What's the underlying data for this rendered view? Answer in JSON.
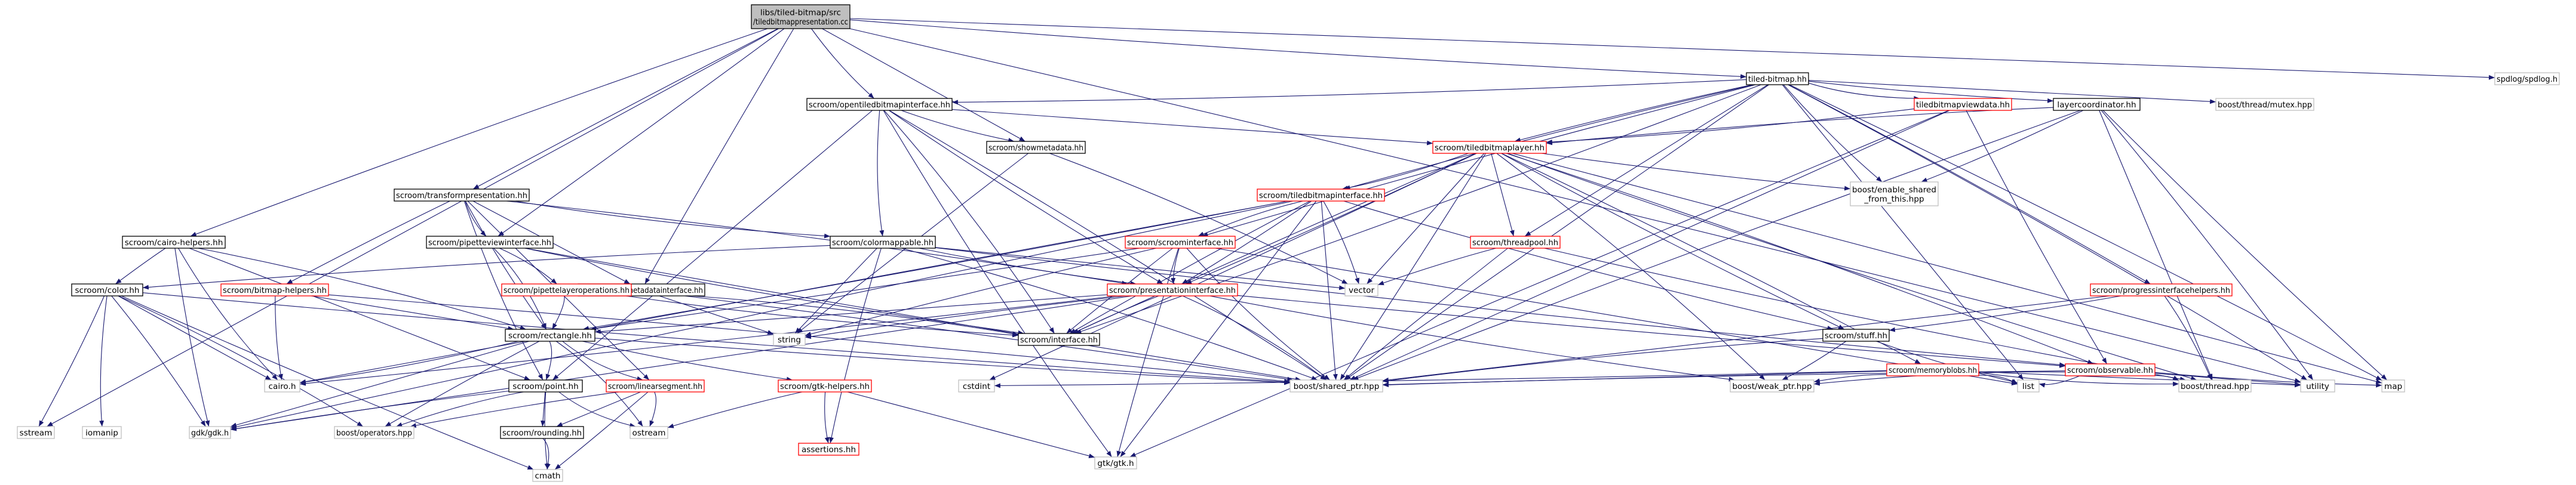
{
  "graph": {
    "title": "Include dependency graph for tiledbitmappresentation.cc",
    "colors": {
      "root_fill": "#bfbfbf",
      "root_border": "#000000",
      "node_fill": "#ffffff",
      "linked_border": "#000000",
      "missing_border": "#bfbfbf",
      "redirect_border": "#ff0000",
      "edge": "#191970",
      "text": "#000000"
    },
    "nodes": [
      {
        "id": "root",
        "lines": [
          "libs/tiled-bitmap/src",
          "/tiledbitmappresentation.cc"
        ],
        "kind": "root"
      },
      {
        "id": "tiledbitmap",
        "lines": [
          "tiled-bitmap.hh"
        ],
        "kind": "linked"
      },
      {
        "id": "opentiled",
        "lines": [
          "scroom/opentiledbitmapinterface.hh"
        ],
        "kind": "linked"
      },
      {
        "id": "showmeta",
        "lines": [
          "scroom/showmetadata.hh"
        ],
        "kind": "linked"
      },
      {
        "id": "transformpres",
        "lines": [
          "scroom/transformpresentation.hh"
        ],
        "kind": "linked"
      },
      {
        "id": "cairohelpers",
        "lines": [
          "scroom/cairo-helpers.hh"
        ],
        "kind": "linked"
      },
      {
        "id": "pipette",
        "lines": [
          "scroom/pipetteviewinterface.hh"
        ],
        "kind": "linked"
      },
      {
        "id": "showmetaif",
        "lines": [
          "scroom/showmetadatainterface.hh"
        ],
        "kind": "linked"
      },
      {
        "id": "spdlog",
        "lines": [
          "spdlog/spdlog.h"
        ],
        "kind": "missing"
      },
      {
        "id": "sstream",
        "lines": [
          "sstream"
        ],
        "kind": "missing"
      },
      {
        "id": "tbviewdata",
        "lines": [
          "tiledbitmapviewdata.hh"
        ],
        "kind": "redirect"
      },
      {
        "id": "layercoord",
        "lines": [
          "layercoordinator.hh"
        ],
        "kind": "linked"
      },
      {
        "id": "mutex",
        "lines": [
          "boost/thread/mutex.hpp"
        ],
        "kind": "missing"
      },
      {
        "id": "tblayer",
        "lines": [
          "scroom/tiledbitmaplayer.hh"
        ],
        "kind": "redirect"
      },
      {
        "id": "tbinterface",
        "lines": [
          "scroom/tiledbitmapinterface.hh"
        ],
        "kind": "redirect"
      },
      {
        "id": "enableshared",
        "lines": [
          "boost/enable_shared",
          "_from_this.hpp"
        ],
        "kind": "missing"
      },
      {
        "id": "colormappable",
        "lines": [
          "scroom/colormappable.hh"
        ],
        "kind": "linked"
      },
      {
        "id": "scroominterface",
        "lines": [
          "scroom/scroominterface.hh"
        ],
        "kind": "redirect"
      },
      {
        "id": "threadpool",
        "lines": [
          "scroom/threadpool.hh"
        ],
        "kind": "redirect"
      },
      {
        "id": "progress",
        "lines": [
          "scroom/progressinterfacehelpers.hh"
        ],
        "kind": "redirect"
      },
      {
        "id": "vector",
        "lines": [
          "vector"
        ],
        "kind": "missing"
      },
      {
        "id": "pipetteops",
        "lines": [
          "scroom/pipettelayeroperations.hh"
        ],
        "kind": "redirect"
      },
      {
        "id": "presentation",
        "lines": [
          "scroom/presentationinterface.hh"
        ],
        "kind": "redirect"
      },
      {
        "id": "stuff",
        "lines": [
          "scroom/stuff.hh"
        ],
        "kind": "linked"
      },
      {
        "id": "memoryblobs",
        "lines": [
          "scroom/memoryblobs.hh"
        ],
        "kind": "redirect"
      },
      {
        "id": "observable",
        "lines": [
          "scroom/observable.hh"
        ],
        "kind": "redirect"
      },
      {
        "id": "color",
        "lines": [
          "scroom/color.hh"
        ],
        "kind": "linked"
      },
      {
        "id": "bitmaphelpers",
        "lines": [
          "scroom/bitmap-helpers.hh"
        ],
        "kind": "redirect"
      },
      {
        "id": "rectangle",
        "lines": [
          "scroom/rectangle.hh"
        ],
        "kind": "linked"
      },
      {
        "id": "string",
        "lines": [
          "string"
        ],
        "kind": "missing"
      },
      {
        "id": "interface",
        "lines": [
          "scroom/interface.hh"
        ],
        "kind": "linked"
      },
      {
        "id": "point",
        "lines": [
          "scroom/point.hh"
        ],
        "kind": "linked"
      },
      {
        "id": "linearsegment",
        "lines": [
          "scroom/linearsegment.hh"
        ],
        "kind": "redirect"
      },
      {
        "id": "gtkhelpers",
        "lines": [
          "scroom/gtk-helpers.hh"
        ],
        "kind": "redirect"
      },
      {
        "id": "sharedptr",
        "lines": [
          "boost/shared_ptr.hpp"
        ],
        "kind": "missing"
      },
      {
        "id": "weakptr",
        "lines": [
          "boost/weak_ptr.hpp"
        ],
        "kind": "missing"
      },
      {
        "id": "cstdint",
        "lines": [
          "cstdint"
        ],
        "kind": "missing"
      },
      {
        "id": "list",
        "lines": [
          "list"
        ],
        "kind": "missing"
      },
      {
        "id": "boostthread",
        "lines": [
          "boost/thread.hpp"
        ],
        "kind": "missing"
      },
      {
        "id": "utility",
        "lines": [
          "utility"
        ],
        "kind": "missing"
      },
      {
        "id": "map",
        "lines": [
          "map"
        ],
        "kind": "missing"
      },
      {
        "id": "cairo",
        "lines": [
          "cairo.h"
        ],
        "kind": "missing"
      },
      {
        "id": "iomanip",
        "lines": [
          "iomanip"
        ],
        "kind": "missing"
      },
      {
        "id": "gdk",
        "lines": [
          "gdk/gdk.h"
        ],
        "kind": "missing"
      },
      {
        "id": "operators",
        "lines": [
          "boost/operators.hpp"
        ],
        "kind": "missing"
      },
      {
        "id": "rounding",
        "lines": [
          "scroom/rounding.hh"
        ],
        "kind": "linked"
      },
      {
        "id": "ostream",
        "lines": [
          "ostream"
        ],
        "kind": "missing"
      },
      {
        "id": "assertions",
        "lines": [
          "assertions.hh"
        ],
        "kind": "redirect"
      },
      {
        "id": "gtk",
        "lines": [
          "gtk/gtk.h"
        ],
        "kind": "missing"
      },
      {
        "id": "cmath",
        "lines": [
          "cmath"
        ],
        "kind": "missing"
      }
    ],
    "edges": [
      [
        "root",
        "tiledbitmap"
      ],
      [
        "root",
        "opentiled"
      ],
      [
        "root",
        "showmeta"
      ],
      [
        "root",
        "transformpres"
      ],
      [
        "root",
        "cairohelpers"
      ],
      [
        "root",
        "pipette"
      ],
      [
        "root",
        "showmetaif"
      ],
      [
        "root",
        "spdlog"
      ],
      [
        "root",
        "sstream"
      ],
      [
        "root",
        "utility"
      ],
      [
        "tiledbitmap",
        "tbviewdata"
      ],
      [
        "tiledbitmap",
        "layercoord"
      ],
      [
        "tiledbitmap",
        "mutex"
      ],
      [
        "tiledbitmap",
        "tblayer"
      ],
      [
        "tiledbitmap",
        "tbinterface"
      ],
      [
        "tiledbitmap",
        "opentiled"
      ],
      [
        "tiledbitmap",
        "enableshared"
      ],
      [
        "tiledbitmap",
        "threadpool"
      ],
      [
        "tiledbitmap",
        "progress"
      ],
      [
        "tiledbitmap",
        "scroominterface"
      ],
      [
        "tiledbitmap",
        "interface"
      ],
      [
        "tiledbitmap",
        "sharedptr"
      ],
      [
        "tiledbitmap",
        "list"
      ],
      [
        "tiledbitmap",
        "map"
      ],
      [
        "tiledbitmap",
        "utility"
      ],
      [
        "opentiled",
        "colormappable"
      ],
      [
        "opentiled",
        "showmeta"
      ],
      [
        "opentiled",
        "tblayer"
      ],
      [
        "opentiled",
        "sharedptr"
      ],
      [
        "opentiled",
        "interface"
      ],
      [
        "opentiled",
        "gtk"
      ],
      [
        "opentiled",
        "presentation"
      ],
      [
        "opentiled",
        "point"
      ],
      [
        "showmeta",
        "string"
      ],
      [
        "showmeta",
        "vector"
      ],
      [
        "transformpres",
        "colormappable"
      ],
      [
        "transformpres",
        "pipette"
      ],
      [
        "transformpres",
        "showmetaif"
      ],
      [
        "transformpres",
        "bitmaphelpers"
      ],
      [
        "transformpres",
        "presentation"
      ],
      [
        "transformpres",
        "point"
      ],
      [
        "transformpres",
        "rectangle"
      ],
      [
        "transformpres",
        "linearsegment"
      ],
      [
        "cairohelpers",
        "color"
      ],
      [
        "cairohelpers",
        "rectangle"
      ],
      [
        "cairohelpers",
        "cairo"
      ],
      [
        "cairohelpers",
        "gdk"
      ],
      [
        "cairohelpers",
        "point"
      ],
      [
        "pipette",
        "pipetteops"
      ],
      [
        "pipette",
        "rectangle"
      ],
      [
        "pipette",
        "interface"
      ],
      [
        "pipette",
        "sharedptr"
      ],
      [
        "showmetaif",
        "string"
      ],
      [
        "showmetaif",
        "sharedptr"
      ],
      [
        "showmetaif",
        "interface"
      ],
      [
        "tbviewdata",
        "tblayer"
      ],
      [
        "tbviewdata",
        "observable"
      ],
      [
        "tbviewdata",
        "sharedptr"
      ],
      [
        "tbviewdata",
        "gtk"
      ],
      [
        "layercoord",
        "tblayer"
      ],
      [
        "layercoord",
        "enableshared"
      ],
      [
        "layercoord",
        "map"
      ],
      [
        "layercoord",
        "boostthread"
      ],
      [
        "layercoord",
        "utility"
      ],
      [
        "layercoord",
        "sharedptr"
      ],
      [
        "tblayer",
        "tbinterface"
      ],
      [
        "tblayer",
        "enableshared"
      ],
      [
        "tblayer",
        "threadpool"
      ],
      [
        "tblayer",
        "memoryblobs"
      ],
      [
        "tblayer",
        "observable"
      ],
      [
        "tblayer",
        "presentation"
      ],
      [
        "tblayer",
        "stuff"
      ],
      [
        "tblayer",
        "vector"
      ],
      [
        "tblayer",
        "sharedptr"
      ],
      [
        "tblayer",
        "weakptr"
      ],
      [
        "tblayer",
        "boostthread"
      ],
      [
        "tblayer",
        "cstdint"
      ],
      [
        "tblayer",
        "map"
      ],
      [
        "tblayer",
        "interface"
      ],
      [
        "tbinterface",
        "scroominterface"
      ],
      [
        "tbinterface",
        "presentation"
      ],
      [
        "tbinterface",
        "rectangle"
      ],
      [
        "tbinterface",
        "sharedptr"
      ],
      [
        "tbinterface",
        "vector"
      ],
      [
        "tbinterface",
        "interface"
      ],
      [
        "tbinterface",
        "stuff"
      ],
      [
        "tbinterface",
        "gtk"
      ],
      [
        "tbinterface",
        "cairo"
      ],
      [
        "tbinterface",
        "gdk"
      ],
      [
        "colormappable",
        "color"
      ],
      [
        "colormappable",
        "observable"
      ],
      [
        "colormappable",
        "presentation"
      ],
      [
        "colormappable",
        "vector"
      ],
      [
        "colormappable",
        "string"
      ],
      [
        "colormappable",
        "sharedptr"
      ],
      [
        "colormappable",
        "assertions"
      ],
      [
        "scroominterface",
        "presentation"
      ],
      [
        "scroominterface",
        "rectangle"
      ],
      [
        "scroominterface",
        "string"
      ],
      [
        "scroominterface",
        "interface"
      ],
      [
        "scroominterface",
        "sharedptr"
      ],
      [
        "scroominterface",
        "gtk"
      ],
      [
        "scroominterface",
        "list"
      ],
      [
        "threadpool",
        "vector"
      ],
      [
        "threadpool",
        "sharedptr"
      ],
      [
        "threadpool",
        "boostthread"
      ],
      [
        "progress",
        "stuff"
      ],
      [
        "progress",
        "sharedptr"
      ],
      [
        "progress",
        "boostthread"
      ],
      [
        "pipetteops",
        "rectangle"
      ],
      [
        "pipetteops",
        "interface"
      ],
      [
        "presentation",
        "observable"
      ],
      [
        "presentation",
        "rectangle"
      ],
      [
        "presentation",
        "interface"
      ],
      [
        "presentation",
        "sharedptr"
      ],
      [
        "presentation",
        "weakptr"
      ],
      [
        "presentation",
        "cairo"
      ],
      [
        "presentation",
        "gdk"
      ],
      [
        "presentation",
        "string"
      ],
      [
        "stuff",
        "sharedptr"
      ],
      [
        "stuff",
        "weakptr"
      ],
      [
        "stuff",
        "list"
      ],
      [
        "memoryblobs",
        "sharedptr"
      ],
      [
        "memoryblobs",
        "weakptr"
      ],
      [
        "memoryblobs",
        "list"
      ],
      [
        "memoryblobs",
        "boostthread"
      ],
      [
        "memoryblobs",
        "cstdint"
      ],
      [
        "memoryblobs",
        "utility"
      ],
      [
        "observable",
        "sharedptr"
      ],
      [
        "observable",
        "weakptr"
      ],
      [
        "observable",
        "list"
      ],
      [
        "observable",
        "map"
      ],
      [
        "observable",
        "utility"
      ],
      [
        "observable",
        "boostthread"
      ],
      [
        "color",
        "sstream"
      ],
      [
        "color",
        "iomanip"
      ],
      [
        "color",
        "cmath"
      ],
      [
        "color",
        "cairo"
      ],
      [
        "color",
        "gdk"
      ],
      [
        "color",
        "operators"
      ],
      [
        "color",
        "sharedptr"
      ],
      [
        "bitmaphelpers",
        "cairo"
      ],
      [
        "bitmaphelpers",
        "rectangle"
      ],
      [
        "bitmaphelpers",
        "sharedptr"
      ],
      [
        "rectangle",
        "point"
      ],
      [
        "rectangle",
        "linearsegment"
      ],
      [
        "rectangle",
        "gtkhelpers"
      ],
      [
        "rectangle",
        "gdk"
      ],
      [
        "rectangle",
        "operators"
      ],
      [
        "rectangle",
        "ostream"
      ],
      [
        "rectangle",
        "cairo"
      ],
      [
        "rectangle",
        "sharedptr"
      ],
      [
        "point",
        "rounding"
      ],
      [
        "point",
        "gdk"
      ],
      [
        "point",
        "operators"
      ],
      [
        "point",
        "ostream"
      ],
      [
        "point",
        "cmath"
      ],
      [
        "linearsegment",
        "rounding"
      ],
      [
        "linearsegment",
        "operators"
      ],
      [
        "linearsegment",
        "ostream"
      ],
      [
        "linearsegment",
        "cmath"
      ],
      [
        "gtkhelpers",
        "assertions"
      ],
      [
        "gtkhelpers",
        "gtk"
      ],
      [
        "gtkhelpers",
        "ostream"
      ],
      [
        "rounding",
        "cmath"
      ]
    ]
  }
}
